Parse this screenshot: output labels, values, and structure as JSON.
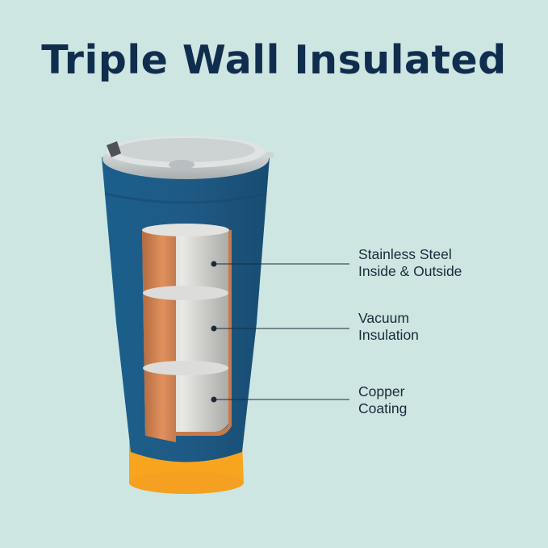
{
  "title": "Triple Wall Insulated",
  "colors": {
    "background": "#cde6e2",
    "title": "#112d4e",
    "tumbler_body": "#1f5a85",
    "base_ring": "#f7a51f",
    "copper": "#c87a4a",
    "steel": "#c9c9c6",
    "callout_line": "#1a2a3a"
  },
  "callouts": [
    {
      "line1": "Stainless Steel",
      "line2": "Inside & Outside"
    },
    {
      "line1": "Vacuum",
      "line2": "Insulation"
    },
    {
      "line1": "Copper",
      "line2": "Coating"
    }
  ]
}
